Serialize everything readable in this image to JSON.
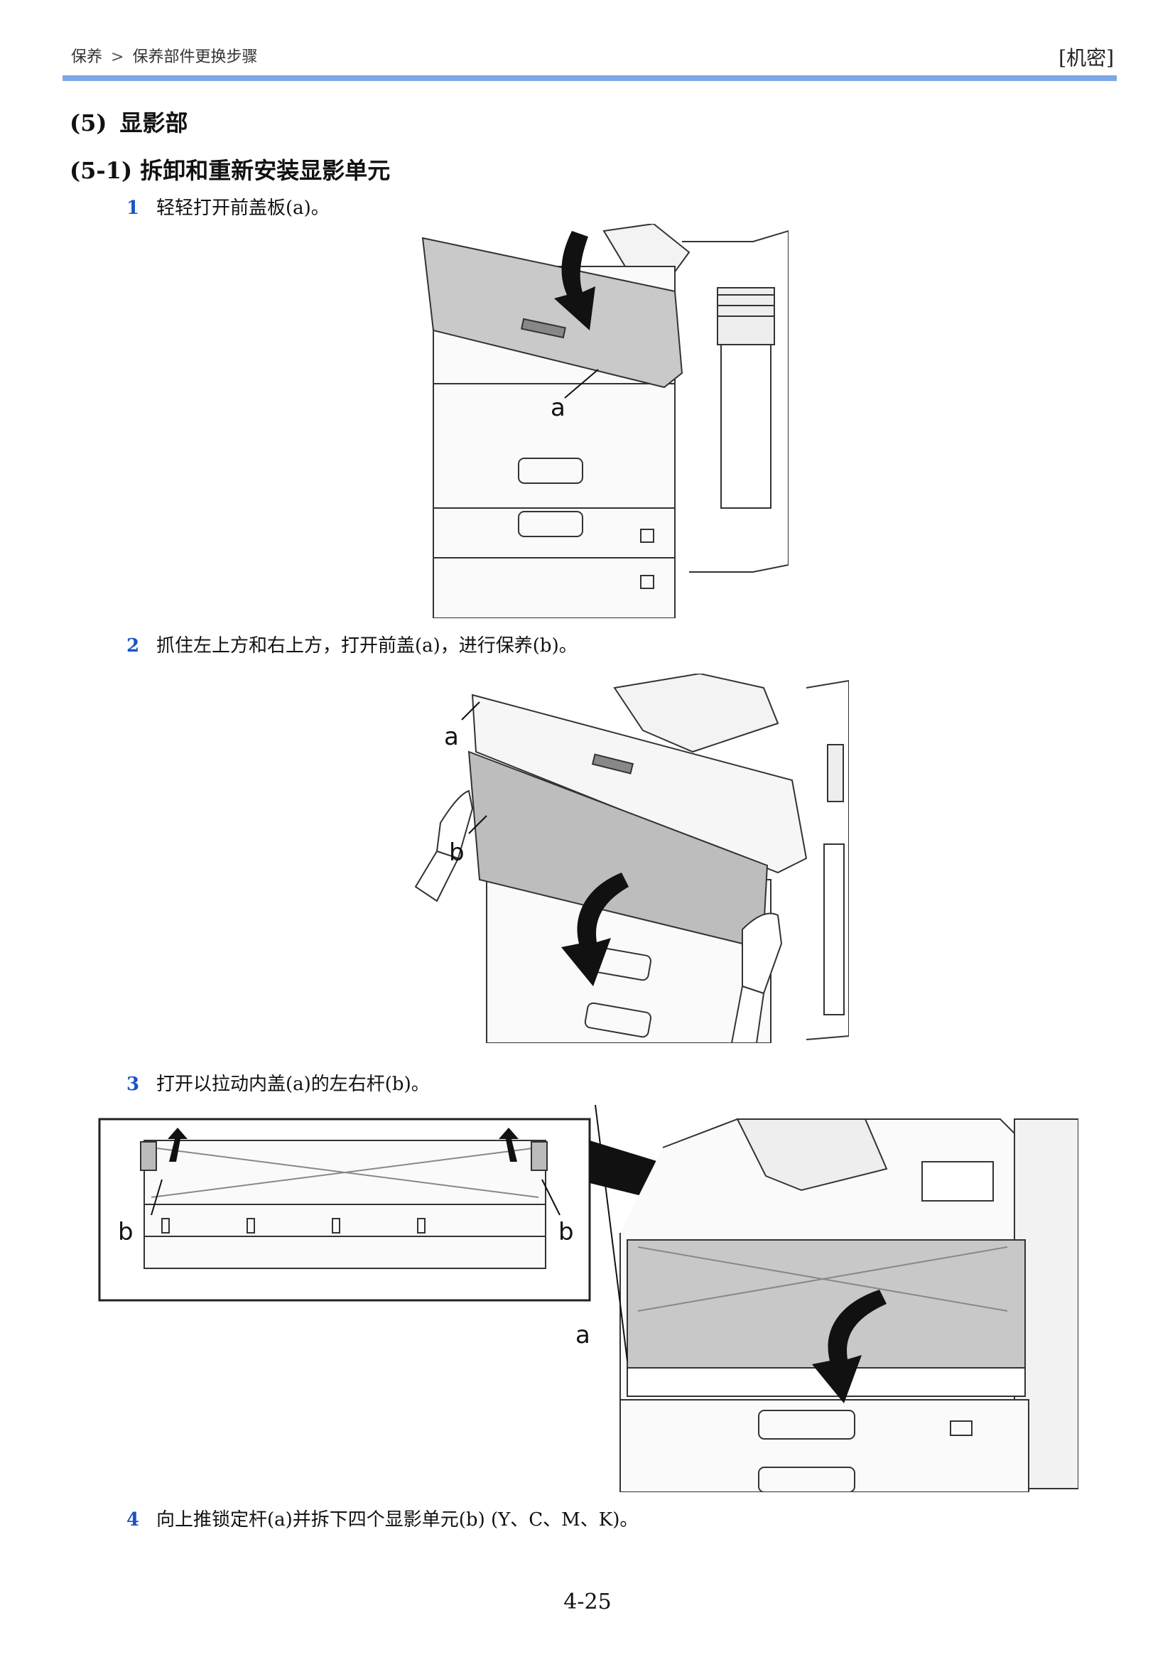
{
  "header": {
    "breadcrumb": [
      "保养",
      "保养部件更换步骤"
    ],
    "breadcrumb_separator": ">",
    "confidential": "[机密]"
  },
  "section": {
    "number": "(5)",
    "title": "显影部"
  },
  "subsection": {
    "title": "(5-1) 拆卸和重新安装显影单元"
  },
  "steps": [
    {
      "number": "1",
      "text": "轻轻打开前盖板(a)。"
    },
    {
      "number": "2",
      "text": "抓住左上方和右上方，打开前盖(a)，进行保养(b)。"
    },
    {
      "number": "3",
      "text": "打开以拉动内盖(a)的左右杆(b)。"
    },
    {
      "number": "4",
      "text": "向上推锁定杆(a)并拆下四个显影单元(b) (Y、C、M、K)。"
    }
  ],
  "figures": {
    "fig1_labels": [
      "a"
    ],
    "fig2_labels": [
      "a",
      "b"
    ],
    "fig3_labels": [
      "b",
      "b",
      "a"
    ]
  },
  "footer": {
    "page_number": "4-25"
  }
}
